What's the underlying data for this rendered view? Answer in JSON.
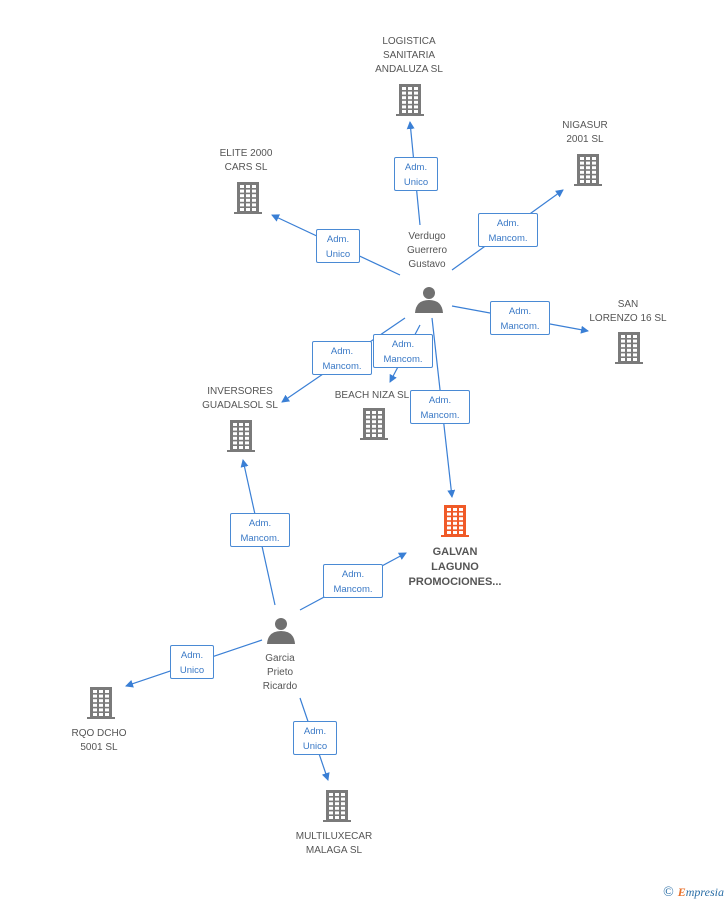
{
  "colors": {
    "edge": "#3a7fd5",
    "company": "#7a7a7a",
    "main_company": "#f05a28",
    "person": "#707070",
    "brand_orange": "#e8722c",
    "brand_blue": "#2a6ea6"
  },
  "nodes": {
    "logistica": {
      "type": "company",
      "label": "LOGISTICA\nSANITARIA\nANDALUZA SL"
    },
    "nigasur": {
      "type": "company",
      "label": "NIGASUR\n2001 SL"
    },
    "elite": {
      "type": "company",
      "label": "ELITE 2000\nCARS SL"
    },
    "sanlorenzo": {
      "type": "company",
      "label": "SAN\nLORENZO 16 SL"
    },
    "inversores": {
      "type": "company",
      "label": "INVERSORES\nGUADALSOL SL"
    },
    "beachniza": {
      "type": "company",
      "label": "BEACH NIZA SL"
    },
    "galvan": {
      "type": "company-main",
      "label": "GALVAN\nLAGUNO\nPROMOCIONES..."
    },
    "rqo": {
      "type": "company",
      "label": "RQO DCHO\n5001 SL"
    },
    "multiluxecar": {
      "type": "company",
      "label": "MULTILUXECAR\nMALAGA SL"
    },
    "verdugo": {
      "type": "person",
      "label": "Verdugo\nGuerrero\nGustavo"
    },
    "garcia": {
      "type": "person",
      "label": "Garcia\nPrieto\nRicardo"
    }
  },
  "edges": [
    {
      "from": "verdugo",
      "to": "logistica",
      "label": "Adm.\nUnico"
    },
    {
      "from": "verdugo",
      "to": "nigasur",
      "label": "Adm.\nMancom."
    },
    {
      "from": "verdugo",
      "to": "elite",
      "label": "Adm.\nUnico"
    },
    {
      "from": "verdugo",
      "to": "sanlorenzo",
      "label": "Adm.\nMancom."
    },
    {
      "from": "verdugo",
      "to": "inversores",
      "label": "Adm.\nMancom."
    },
    {
      "from": "verdugo",
      "to": "beachniza",
      "label": "Adm.\nMancom."
    },
    {
      "from": "verdugo",
      "to": "galvan",
      "label": "Adm.\nMancom."
    },
    {
      "from": "garcia",
      "to": "inversores",
      "label": "Adm.\nMancom."
    },
    {
      "from": "garcia",
      "to": "galvan",
      "label": "Adm.\nMancom."
    },
    {
      "from": "garcia",
      "to": "rqo",
      "label": "Adm.\nUnico"
    },
    {
      "from": "garcia",
      "to": "multiluxecar",
      "label": "Adm.\nUnico"
    }
  ],
  "footer": {
    "copyright": "©",
    "brand_e": "E",
    "brand_rest": "mpresia"
  }
}
